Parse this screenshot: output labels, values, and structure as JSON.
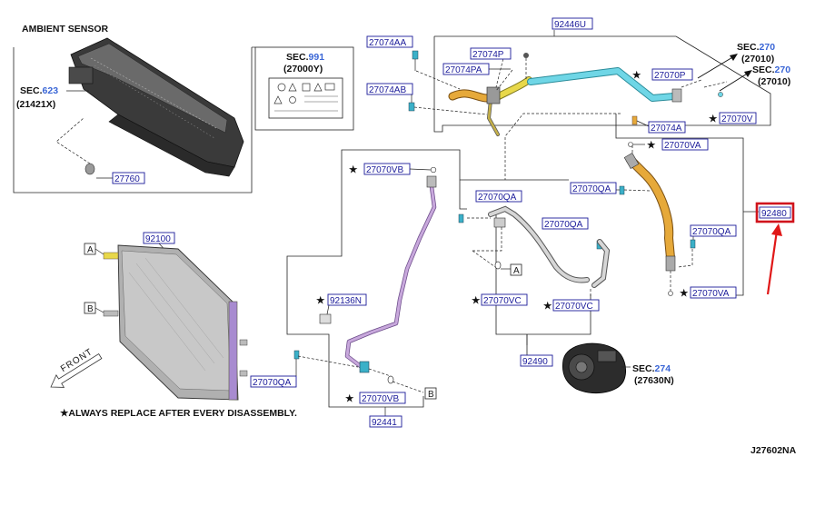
{
  "diagram": {
    "ambient_sensor_label": "AMBIENT SENSOR",
    "sec_prefix": "SEC.",
    "sec_623_num": "623",
    "sec_623_code": "(21421X)",
    "sec_991_num": "991",
    "sec_991_code": "(27000Y)",
    "sec_270a_num": "270",
    "sec_270a_code": "(27010)",
    "sec_270b_num": "270",
    "sec_270b_code": "(27010)",
    "sec_274_num": "274",
    "sec_274_code": "(27630N)",
    "note": "★ALWAYS REPLACE AFTER EVERY DISASSEMBLY.",
    "diagram_code": "J27602NA",
    "front_label": "FRONT",
    "star": "★",
    "refs": {
      "a1": "A",
      "a2": "A",
      "b1": "B",
      "b2": "B"
    },
    "parts": {
      "p27760": "27760",
      "p92446u": "92446U",
      "p27074aa": "27074AA",
      "p27074p": "27074P",
      "p27074pa": "27074PA",
      "p27070p": "27070P",
      "p27074ab": "27074AB",
      "p27074a": "27074A",
      "p27070v": "27070V",
      "p27070va_top": "27070VA",
      "p27070vb_top": "27070VB",
      "p27070qa_a": "27070QA",
      "p27070qa_b": "27070QA",
      "p27070qa_c": "27070QA",
      "p92480": "92480",
      "p27070qa_d": "27070QA",
      "p92100": "92100",
      "p92136n": "92136N",
      "p27070vc_a": "27070VC",
      "p27070vc_b": "27070VC",
      "p27070va_bot": "27070VA",
      "p27070qa_e": "27070QA",
      "p92490": "92490",
      "p27070vb_bot": "27070VB",
      "p92441": "92441"
    },
    "colors": {
      "highlight_box": "#d0141c",
      "arrow": "#e01818",
      "hose_orange": "#e6a93a",
      "hose_cyan": "#6fd6e6",
      "hose_yellow": "#e8d84a",
      "hose_purple": "#c8a8dc",
      "part_box": "#1b1b9a",
      "sec_blue": "#3a66d6"
    }
  }
}
